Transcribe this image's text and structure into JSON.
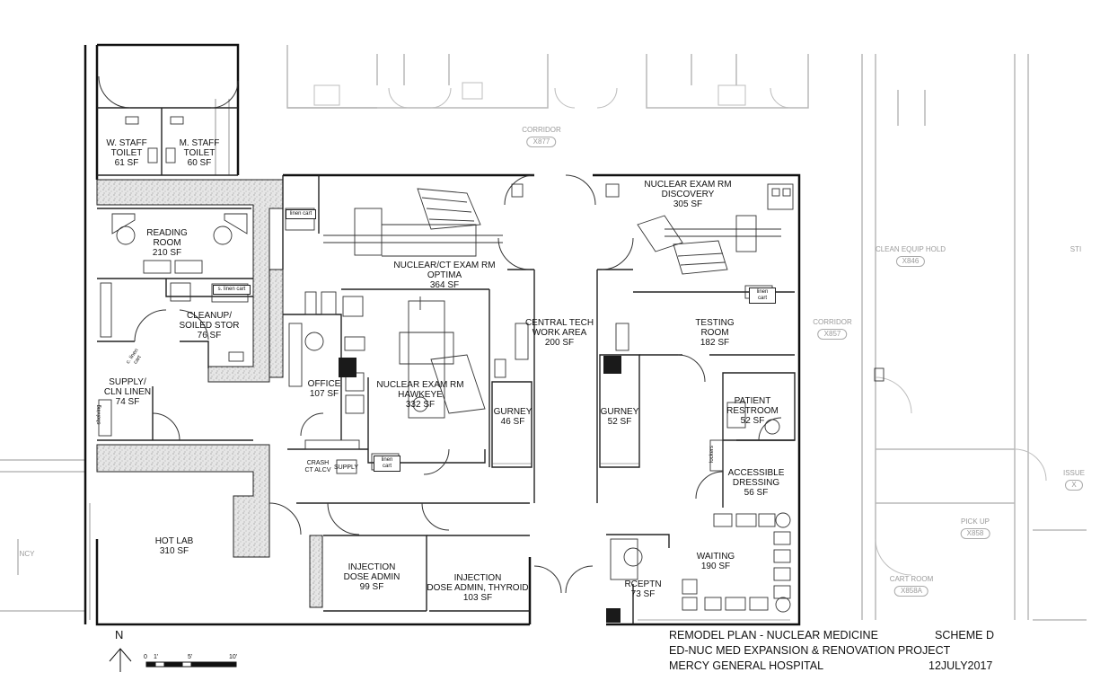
{
  "rooms": [
    {
      "name": "W. STAFF",
      "sub": "TOILET",
      "area": "61 SF"
    },
    {
      "name": "M. STAFF",
      "sub": "TOILET",
      "area": "60 SF"
    },
    {
      "name": "READING",
      "sub": "ROOM",
      "area": "210 SF"
    },
    {
      "name": "CLEANUP/",
      "sub": "SOILED STOR",
      "area": "76 SF"
    },
    {
      "name": "SUPPLY/",
      "sub": "CLN LINEN",
      "area": "74 SF"
    },
    {
      "name": "NUCLEAR/CT EXAM RM",
      "sub": "OPTIMA",
      "area": "364 SF"
    },
    {
      "name": "OFFICE",
      "area": "107 SF"
    },
    {
      "name": "NUCLEAR EXAM RM",
      "sub": "HAWKEYE",
      "area": "332 SF"
    },
    {
      "name": "CENTRAL TECH",
      "sub": "WORK AREA",
      "area": "200 SF"
    },
    {
      "name": "GURNEY",
      "area": "46 SF"
    },
    {
      "name": "GURNEY",
      "area": "52 SF"
    },
    {
      "name": "NUCLEAR EXAM RM",
      "sub": "DISCOVERY",
      "area": "305 SF"
    },
    {
      "name": "TESTING",
      "sub": "ROOM",
      "area": "182 SF"
    },
    {
      "name": "PATIENT",
      "sub": "RESTROOM",
      "area": "52 SF"
    },
    {
      "name": "ACCESSIBLE",
      "sub": "DRESSING",
      "area": "56 SF"
    },
    {
      "name": "HOT LAB",
      "area": "310 SF"
    },
    {
      "name": "INJECTION",
      "sub": "DOSE ADMIN",
      "area": "99 SF"
    },
    {
      "name": "INJECTION",
      "sub": "DOSE ADMIN, THYROID",
      "area": "103 SF"
    },
    {
      "name": "WAITING",
      "area": "190 SF"
    },
    {
      "name": "RCEPTN",
      "area": "73 SF"
    }
  ],
  "small_labels": {
    "linen_cart": "linen cart",
    "s_linen_cart": "s. linen cart",
    "c_linen_cart": "c. linen cart",
    "shelving": "shelving",
    "crash_cart": "CRASH CT ALCV",
    "supply": "SUPPLY",
    "lockers": "lockers"
  },
  "corridors": [
    {
      "name": "CORRIDOR",
      "tag": "X877"
    },
    {
      "name": "CORRIDOR",
      "tag": "X857"
    },
    {
      "name": "CLEAN EQUIP HOLD",
      "tag": "X846"
    },
    {
      "name": "PICK UP",
      "tag": "X858"
    },
    {
      "name": "CART ROOM",
      "tag": "X858A"
    },
    {
      "name": "ISSUE",
      "tag": "X"
    },
    {
      "name": "STI",
      "tag": ""
    },
    {
      "name": "NCY",
      "tag": ""
    }
  ],
  "title_block": {
    "line1": "REMODEL PLAN - NUCLEAR MEDICINE",
    "scheme": "SCHEME D",
    "line2": "ED-NUC MED EXPANSION  &  RENOVATION PROJECT",
    "line3": "MERCY GENERAL HOSPITAL",
    "date": "12JULY2017"
  },
  "north": "N",
  "scale_ticks": [
    "0",
    "1'",
    "5'",
    "10'"
  ]
}
